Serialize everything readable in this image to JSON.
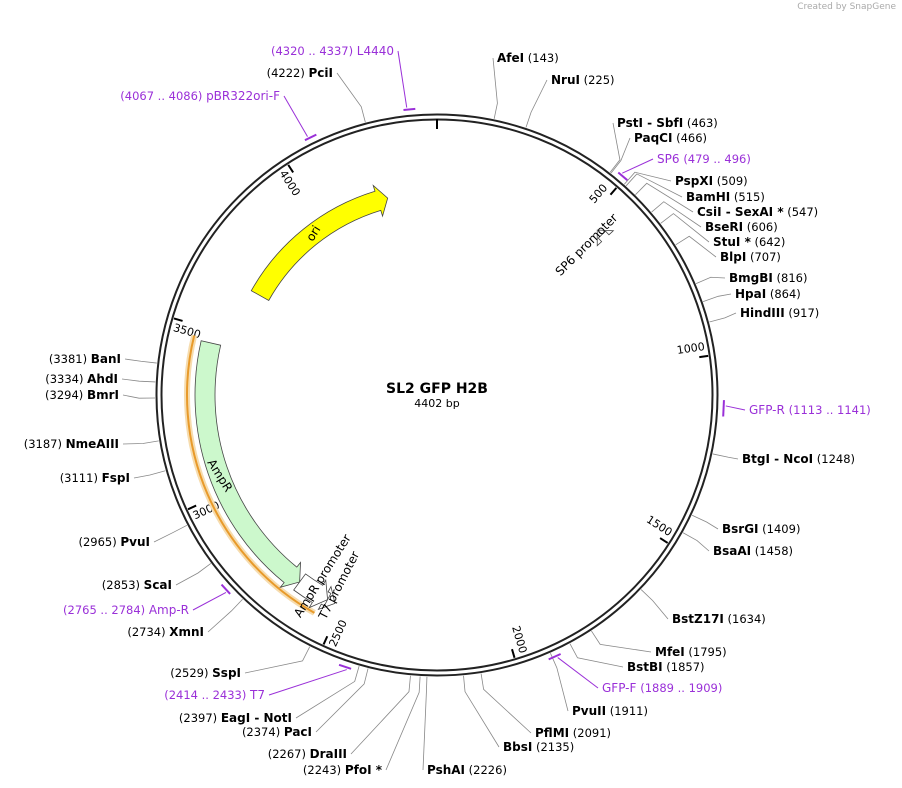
{
  "credit": "Created by SnapGene",
  "plasmid": {
    "name": "SL2 GFP H2B",
    "length": 4402,
    "length_label": "4402 bp"
  },
  "scale_ticks": [
    "500",
    "1000",
    "1500",
    "2000",
    "2500",
    "3000",
    "3500",
    "4000"
  ],
  "sites": [
    {
      "name": "AfeI",
      "pos": 143,
      "pos_label": "(143)"
    },
    {
      "name": "NruI",
      "pos": 225,
      "pos_label": "(225)"
    },
    {
      "name": "PstI  -  SbfI",
      "pos": 463,
      "pos_label": "(463)"
    },
    {
      "name": "PaqCI",
      "pos": 466,
      "pos_label": "(466)"
    },
    {
      "name": "PspXI",
      "pos": 509,
      "pos_label": "(509)"
    },
    {
      "name": "BamHI",
      "pos": 515,
      "pos_label": "(515)"
    },
    {
      "name": "CsiI  -  SexAI *",
      "pos": 547,
      "pos_label": "(547)"
    },
    {
      "name": "BseRI",
      "pos": 606,
      "pos_label": "(606)"
    },
    {
      "name": "StuI *",
      "pos": 642,
      "pos_label": "(642)"
    },
    {
      "name": "BlpI",
      "pos": 707,
      "pos_label": "(707)"
    },
    {
      "name": "BmgBI",
      "pos": 816,
      "pos_label": "(816)"
    },
    {
      "name": "HpaI",
      "pos": 864,
      "pos_label": "(864)"
    },
    {
      "name": "HindIII",
      "pos": 917,
      "pos_label": "(917)"
    },
    {
      "name": "BtgI  -  NcoI",
      "pos": 1248,
      "pos_label": "(1248)"
    },
    {
      "name": "BsrGI",
      "pos": 1409,
      "pos_label": "(1409)"
    },
    {
      "name": "BsaAI",
      "pos": 1458,
      "pos_label": "(1458)"
    },
    {
      "name": "BstZ17I",
      "pos": 1634,
      "pos_label": "(1634)"
    },
    {
      "name": "MfeI",
      "pos": 1795,
      "pos_label": "(1795)"
    },
    {
      "name": "BstBI",
      "pos": 1857,
      "pos_label": "(1857)"
    },
    {
      "name": "PvuII",
      "pos": 1911,
      "pos_label": "(1911)"
    },
    {
      "name": "PflMI",
      "pos": 2091,
      "pos_label": "(2091)"
    },
    {
      "name": "BbsI",
      "pos": 2135,
      "pos_label": "(2135)"
    },
    {
      "name": "PshAI",
      "pos": 2226,
      "pos_label": "(2226)"
    },
    {
      "name": "PfoI *",
      "pos": 2243,
      "pos_label": "(2243)"
    },
    {
      "name": "DraIII",
      "pos": 2267,
      "pos_label": "(2267)"
    },
    {
      "name": "PacI",
      "pos": 2374,
      "pos_label": "(2374)"
    },
    {
      "name": "EagI  -  NotI",
      "pos": 2397,
      "pos_label": "(2397)"
    },
    {
      "name": "SspI",
      "pos": 2529,
      "pos_label": "(2529)"
    },
    {
      "name": "XmnI",
      "pos": 2734,
      "pos_label": "(2734)"
    },
    {
      "name": "ScaI",
      "pos": 2853,
      "pos_label": "(2853)"
    },
    {
      "name": "PvuI",
      "pos": 2965,
      "pos_label": "(2965)"
    },
    {
      "name": "FspI",
      "pos": 3111,
      "pos_label": "(3111)"
    },
    {
      "name": "NmeAIII",
      "pos": 3187,
      "pos_label": "(3187)"
    },
    {
      "name": "BmrI",
      "pos": 3294,
      "pos_label": "(3294)"
    },
    {
      "name": "AhdI",
      "pos": 3334,
      "pos_label": "(3334)"
    },
    {
      "name": "BanI",
      "pos": 3381,
      "pos_label": "(3381)"
    },
    {
      "name": "PciI",
      "pos": 4222,
      "pos_label": "(4222)"
    }
  ],
  "primers": [
    {
      "name": "SP6",
      "range": "(479 .. 496)",
      "start": 479,
      "end": 496
    },
    {
      "name": "GFP-R",
      "range": "(1113 .. 1141)",
      "start": 1113,
      "end": 1141
    },
    {
      "name": "GFP-F",
      "range": "(1889 .. 1909)",
      "start": 1889,
      "end": 1909
    },
    {
      "name": "T7",
      "range": "(2414 .. 2433)",
      "start": 2414,
      "end": 2433
    },
    {
      "name": "Amp-R",
      "range": "(2765 .. 2784)",
      "start": 2765,
      "end": 2784
    },
    {
      "name": "pBR322ori-F",
      "range": "(4067 .. 4086)",
      "start": 4067,
      "end": 4086
    },
    {
      "name": "L4440",
      "range": "(4320 .. 4337)",
      "start": 4320,
      "end": 4337
    }
  ],
  "features": [
    {
      "name": "ori",
      "start": 3660,
      "end": 4230,
      "direction": "cw",
      "color": "#ffff00"
    },
    {
      "name": "AmpR",
      "start": 2645,
      "end": 3460,
      "direction": "ccw",
      "color": "#ccf8cc"
    },
    {
      "name": "AmpR promoter",
      "start": 2545,
      "end": 2645,
      "direction": "ccw",
      "color": "#ffffff"
    },
    {
      "name": "T7 promoter",
      "start": 2520,
      "end": 2545,
      "direction": "ccw",
      "color": "#ffffff"
    },
    {
      "name": "SP6 promoter",
      "start": 540,
      "end": 560,
      "direction": "ccw",
      "color": "#ffffff"
    }
  ],
  "colors": {
    "primer": "#9a30d8",
    "backbone": "#222222",
    "orange_strand": "#e89a2a"
  }
}
